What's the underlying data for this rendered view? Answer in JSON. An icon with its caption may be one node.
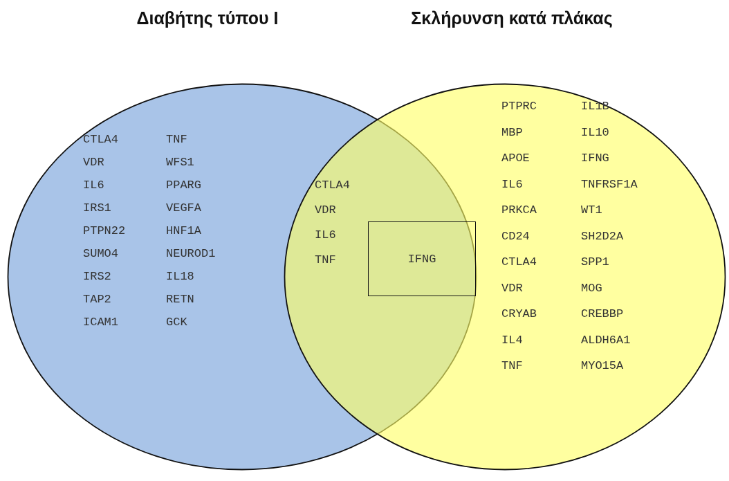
{
  "diagram": {
    "nodes": [
      {
        "text": [
          "Διαβήτης τύπου Ι"
        ]
      },
      {
        "text": [
          "Σκλήρυνση κατά πλάκας"
        ]
      },
      {
        "text": [
          "IFNG"
        ]
      }
    ],
    "labels": [
      "CTLA4",
      "TNF",
      "VDR",
      "WFS1",
      "IL6",
      "PPARG",
      "IRS1",
      "VEGFA",
      "PTPN22",
      "HNF1A",
      "SUMO4",
      "NEUROD1",
      "IRS2",
      "IL18",
      "TAP2",
      "RETN",
      "ICAM1",
      "GCK",
      "CTLA4",
      "VDR",
      "IL6",
      "TNF",
      "PTPRC",
      "IL1B",
      "MBP",
      "IL10",
      "APOE",
      "IFNG",
      "IL6",
      "TNFRSF1A",
      "PRKCA",
      "WT1",
      "CD24",
      "SH2D2A",
      "CTLA4",
      "SPP1",
      "VDR",
      "MOG",
      "CRYAB",
      "CREBBP",
      "IL4",
      "ALDH6A1",
      "TNF",
      "MYO15A"
    ]
  }
}
